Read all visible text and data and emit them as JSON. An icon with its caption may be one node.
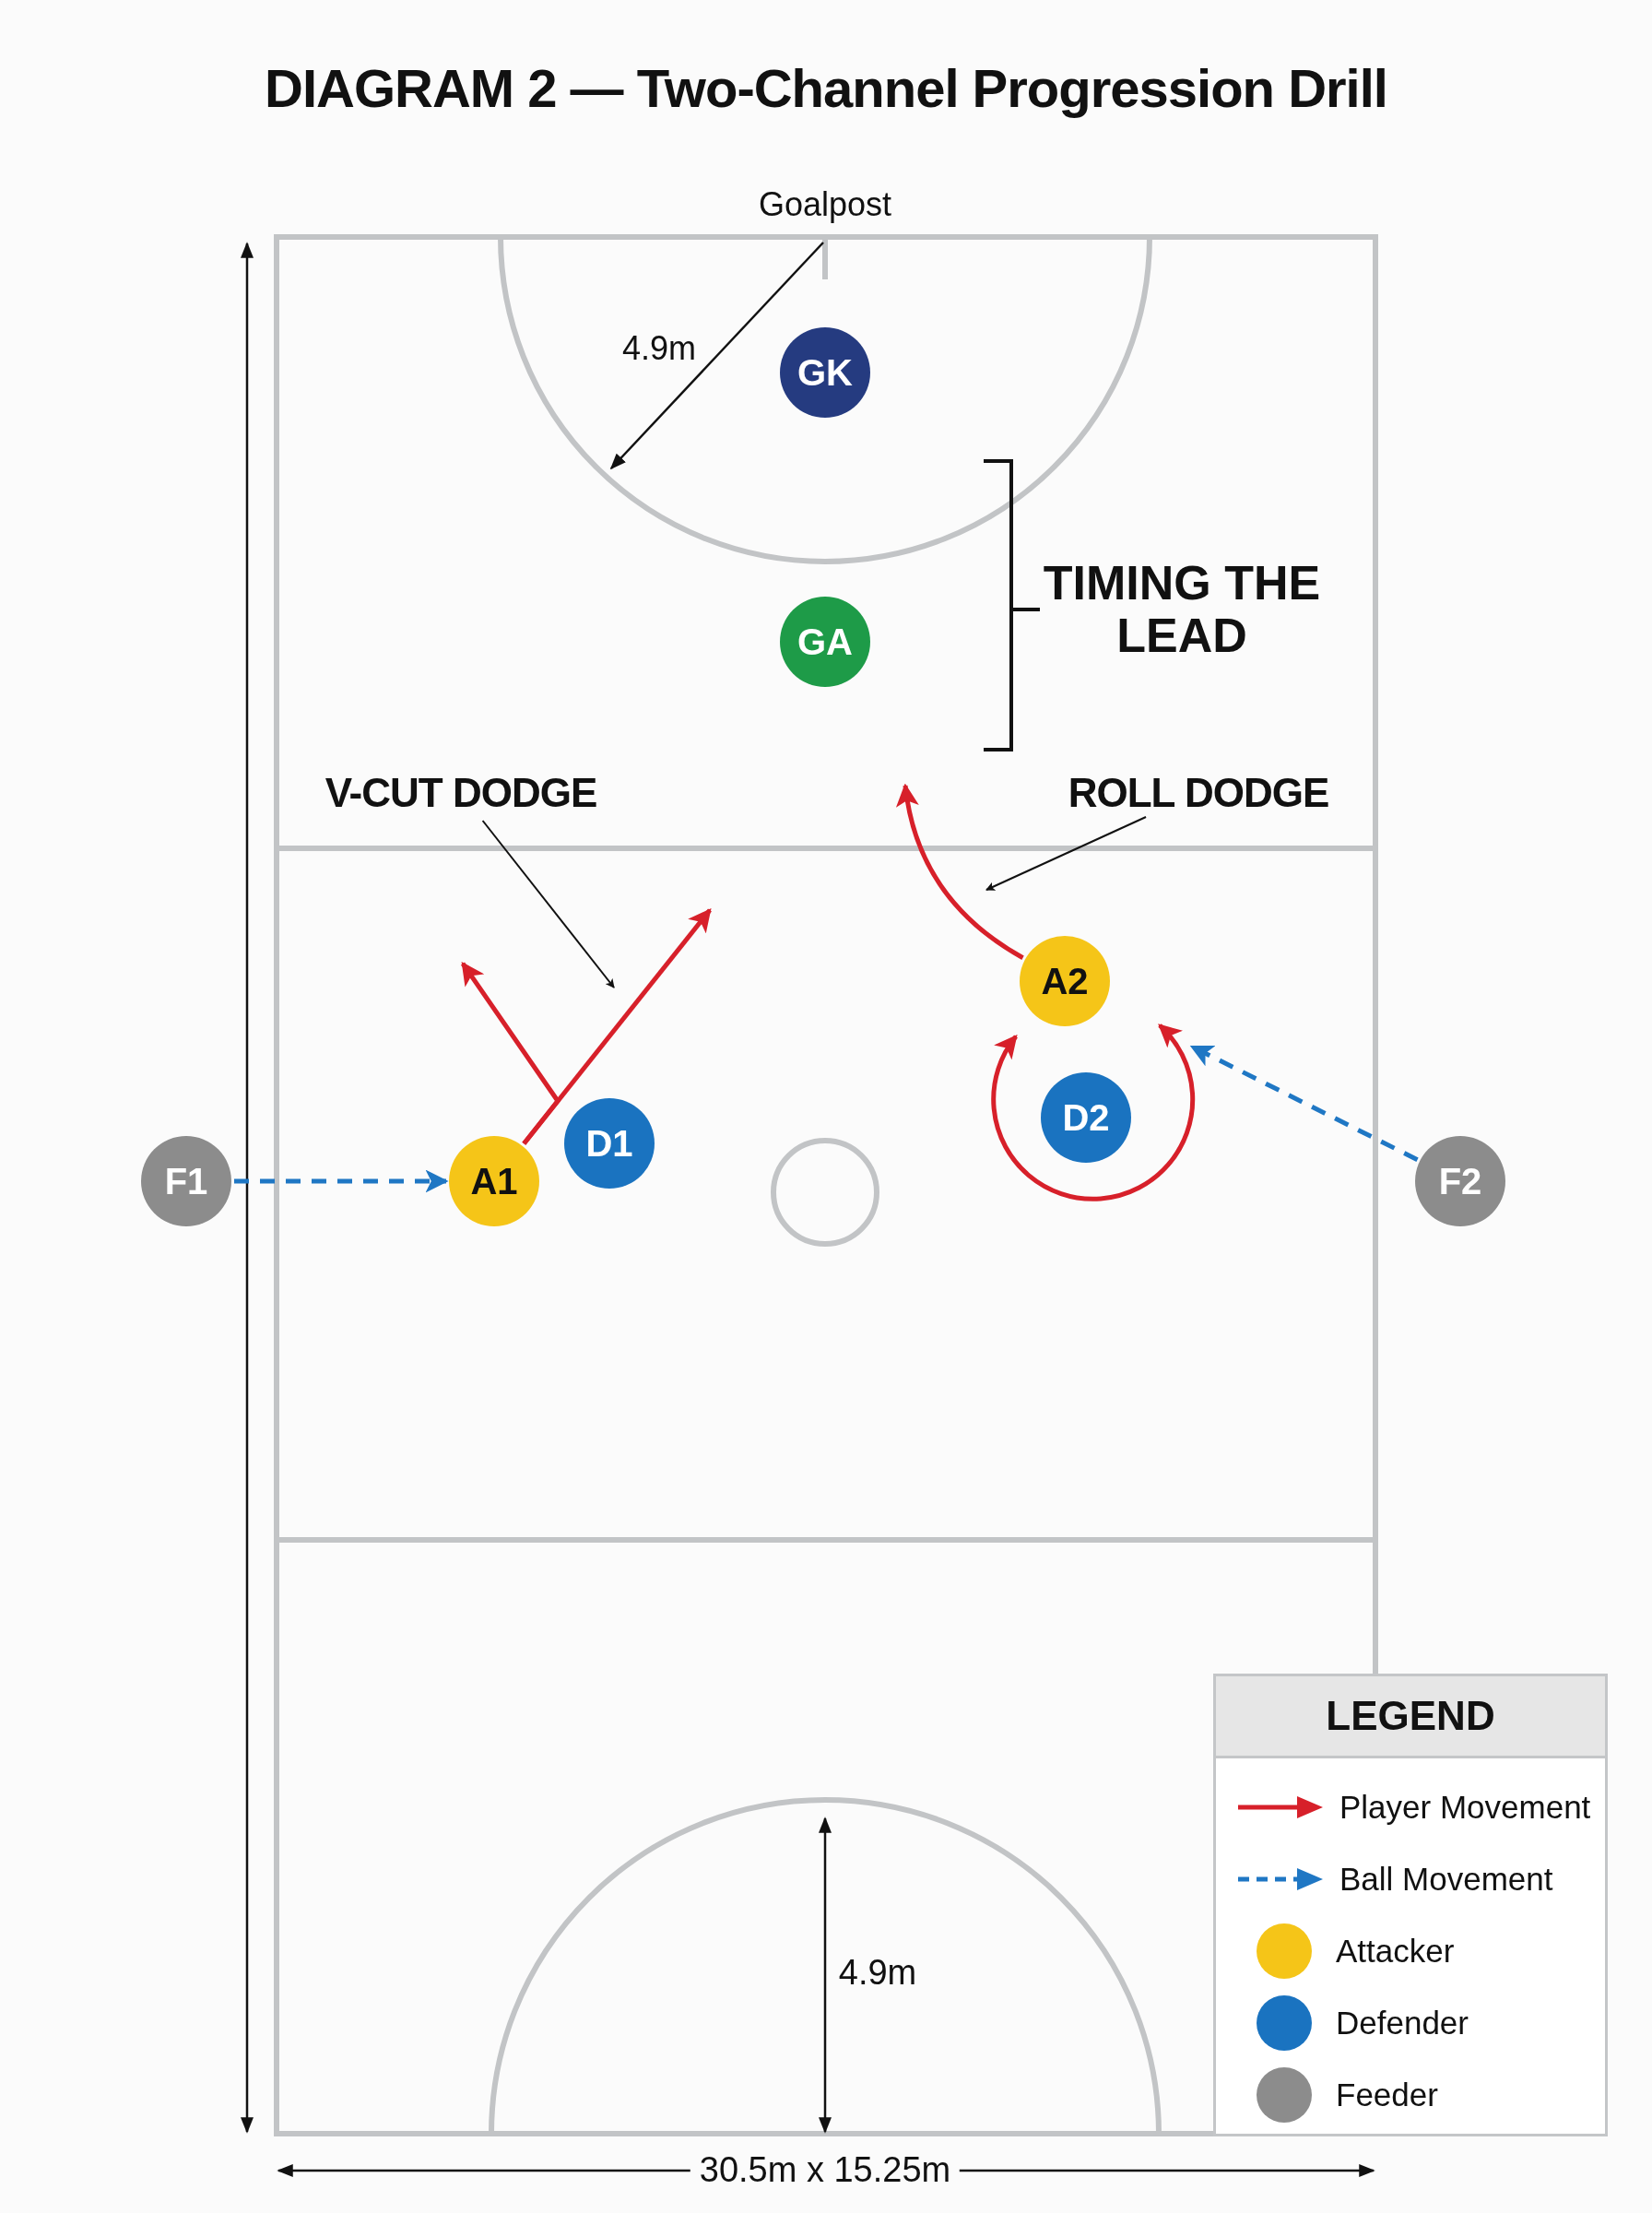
{
  "diagram": {
    "title": "DIAGRAM 2 — Two-Channel Progression Drill",
    "nodes": [
      {
        "text": [
          "GK"
        ]
      },
      {
        "text": [
          "GA"
        ]
      },
      {
        "text": [
          "V-CUT DODGE"
        ]
      },
      {
        "text": [
          "ROLL DODGE"
        ]
      },
      {
        "text": [
          "A2"
        ]
      },
      {
        "text": [
          "D2"
        ]
      },
      {
        "text": [
          "D1"
        ]
      },
      {
        "text": [
          "F1"
        ]
      },
      {
        "text": [
          "A1"
        ]
      },
      {
        "text": [
          "F2"
        ]
      }
    ],
    "edges": [
      {
        "from": 7,
        "to": 8,
        "arrow": "to",
        "style": "dashed",
        "color": "#1f77c4"
      },
      {
        "from": 9,
        "to": null,
        "arrow": "to",
        "style": "dashed",
        "color": "#1f77c4"
      },
      {
        "from": 8,
        "to": null,
        "arrow": "to"
      },
      {
        "from": 8,
        "to": null,
        "arrow": "to"
      },
      {
        "from": 4,
        "to": null,
        "arrow": "to"
      },
      {
        "from": 2,
        "to": null,
        "arrow": "to",
        "color": "#111111"
      },
      {
        "from": 3,
        "to": null,
        "arrow": "to",
        "color": "#111111"
      }
    ],
    "labels": [
      "Goalpost",
      "4.9m",
      "TIMING THE LEAD",
      "LEGEND",
      "4.9m",
      "30.5m x 15.25m"
    ],
    "legend": [
      {
        "text": "Player Movement"
      },
      {
        "text": "Ball Movement"
      },
      {
        "text": "Attacker",
        "color": "#f5c518"
      },
      {
        "text": "Defender",
        "color": "#1a73c0"
      },
      {
        "text": "Feeder",
        "color": "#8c8c8c"
      }
    ]
  }
}
